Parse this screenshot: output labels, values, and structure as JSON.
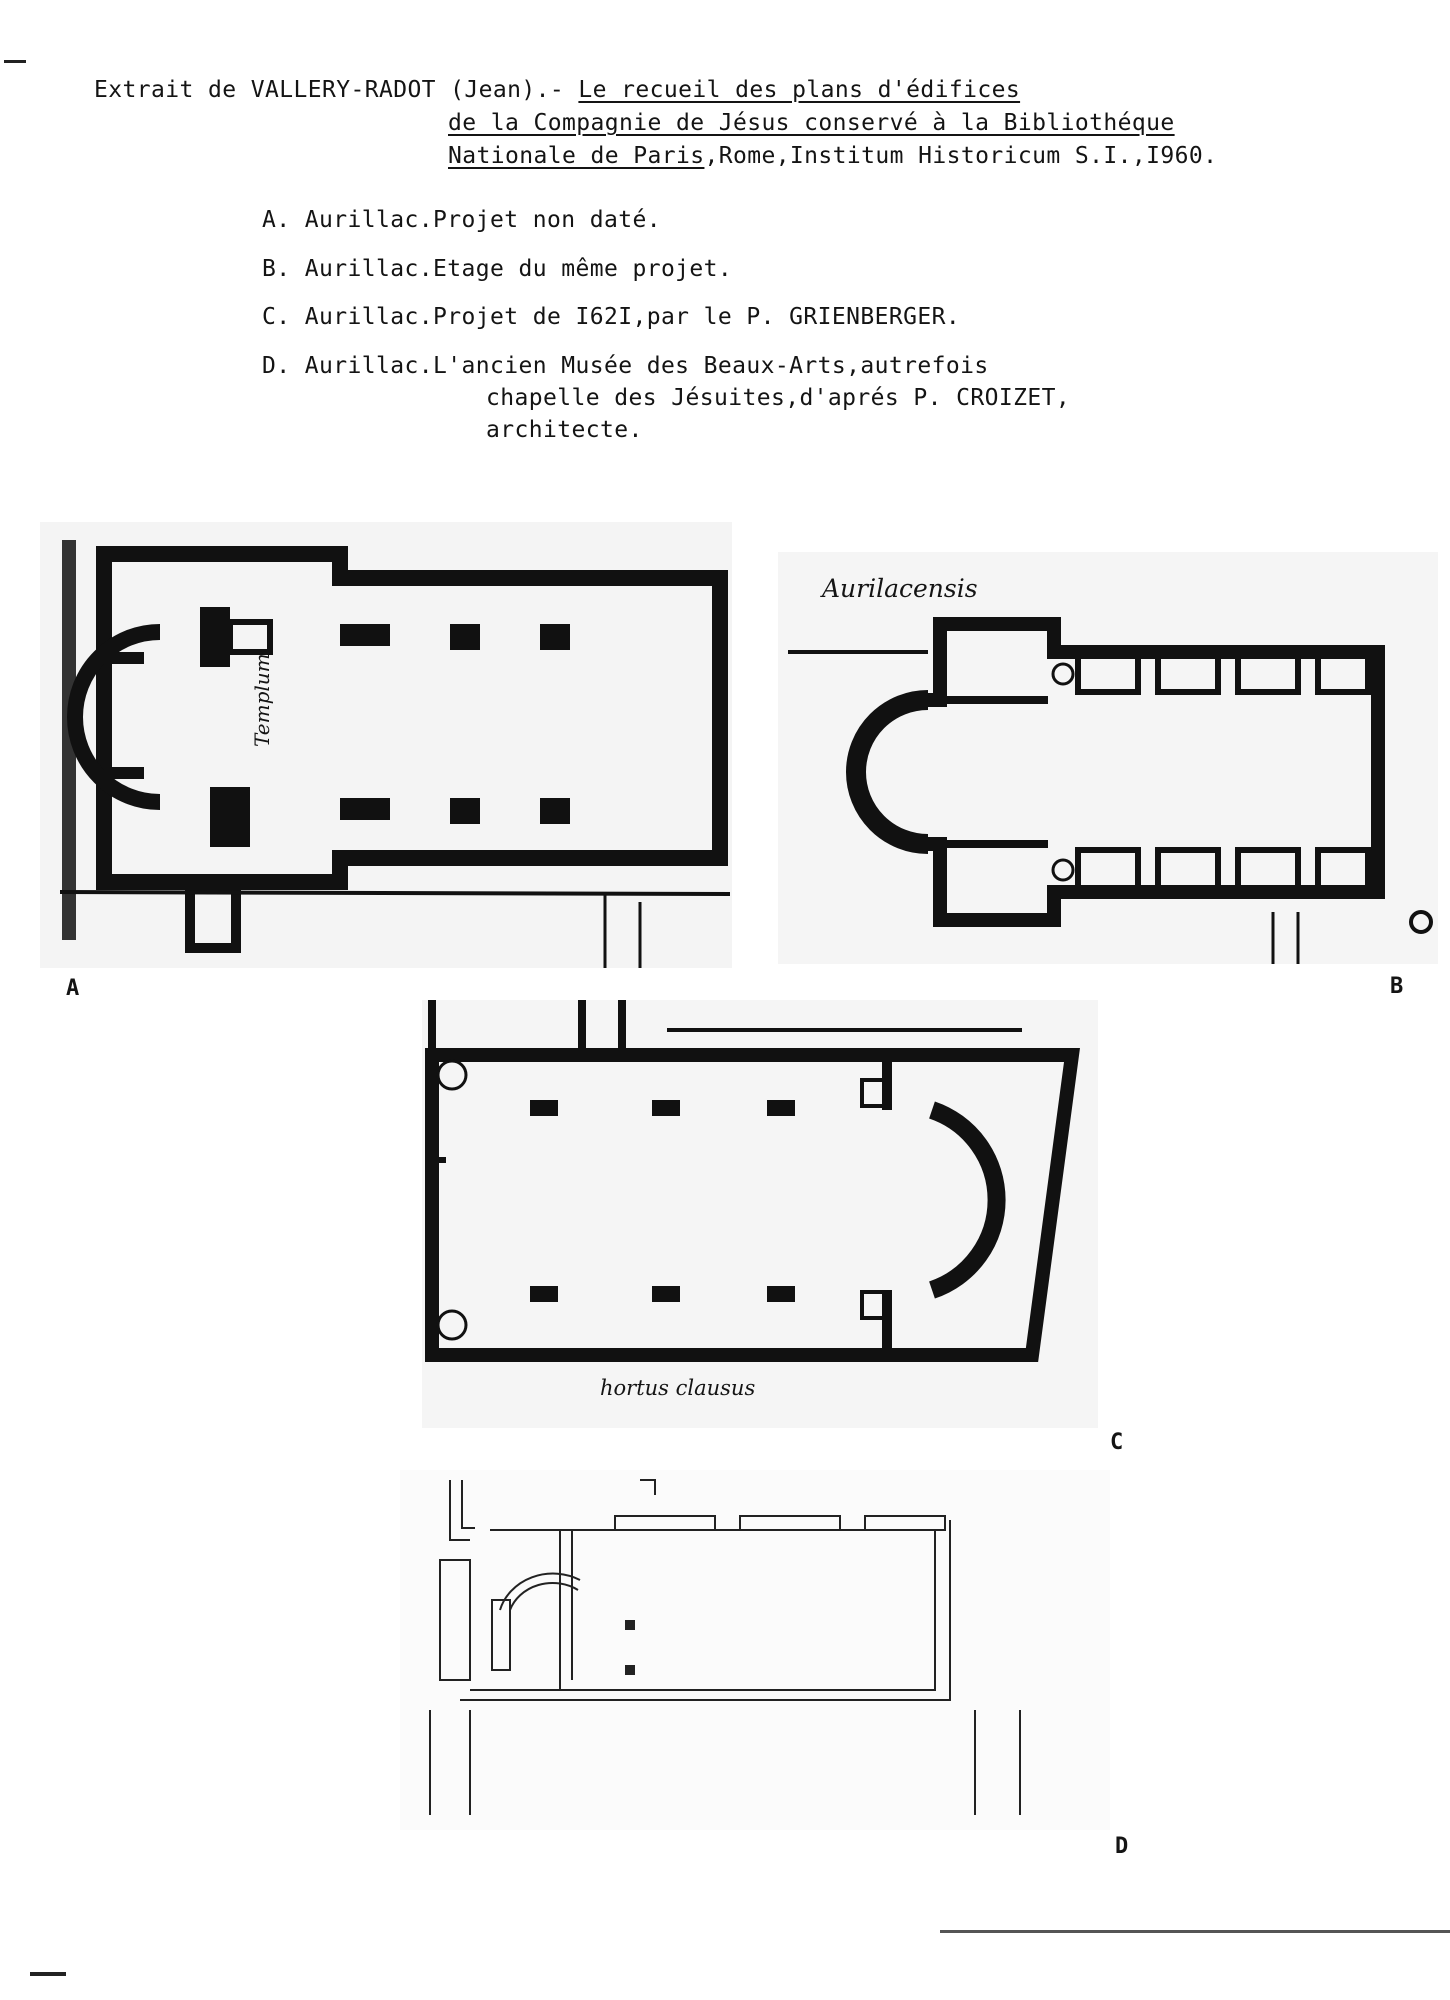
{
  "header": {
    "line1_plain": "Extrait de VALLERY-RADOT (Jean).- ",
    "line1_title": "Le recueil des plans d'édifices",
    "line2_title": "de la Compagnie de Jésus conservé à la Bibliothéque",
    "line3_title": "Nationale de Paris",
    "line3_rest": ",Rome,Institum Historicum S.I.,I960."
  },
  "items": [
    {
      "key": "A.",
      "place": "Aurillac.",
      "text": "Projet non daté.",
      "cont": []
    },
    {
      "key": "B.",
      "place": "Aurillac.",
      "text": "Etage du même projet.",
      "cont": []
    },
    {
      "key": "C.",
      "place": "Aurillac.",
      "text": "Projet de I62I,par le P. GRIENBERGER.",
      "cont": []
    },
    {
      "key": "D.",
      "place": "Aurillac.",
      "text": "L'ancien Musée des Beaux-Arts,autrefois",
      "cont": [
        "chapelle des Jésuites,d'aprés P. CROIZET,",
        "architecte."
      ]
    }
  ],
  "figures": {
    "a": {
      "letter": "A",
      "inscription": "Templum"
    },
    "b": {
      "letter": "B",
      "inscription": "Aurilacensis"
    },
    "c": {
      "letter": "C",
      "inscription": "hortus clausus"
    },
    "d": {
      "letter": "D"
    }
  }
}
